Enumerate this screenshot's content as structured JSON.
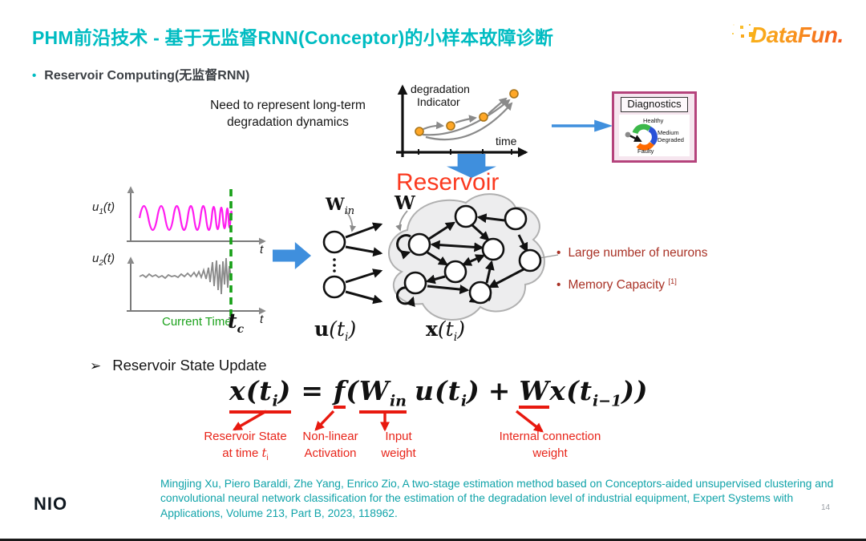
{
  "slide": {
    "title": "PHM前沿技术 - 基于无监督RNN(Conceptor)的小样本故障诊断",
    "page_number": "14"
  },
  "logos": {
    "datafun": "DataFun.",
    "nio": "NIO"
  },
  "section_bullet": {
    "marker": "•",
    "text": "Reservoir Computing(无监督RNN)"
  },
  "need_text": {
    "line1": "Need to represent long-term",
    "line2": "degradation dynamics"
  },
  "deg_chart": {
    "ylabel1": "degradation",
    "ylabel2": "Indicator",
    "xlabel": "time"
  },
  "diagnostics": {
    "title": "Diagnostics",
    "healthy": "Healthy",
    "medium": "Medium",
    "degraded": "Degraded",
    "faulty": "Faulty"
  },
  "reservoir_label": "Reservoir",
  "signals": {
    "u1_base": "u",
    "u1_sub": "1",
    "u1_paren": "(t)",
    "u2_base": "u",
    "u2_sub": "2",
    "u2_paren": "(t)",
    "t": "t",
    "current_time": "Current Time",
    "tc_base": "t",
    "tc_sub": "c"
  },
  "network": {
    "w_in_base": "W",
    "w_in_sub": "in",
    "w": "W",
    "u_base": "u",
    "u_paren": "(t",
    "u_sub": "i",
    "u_close": ")",
    "x_base": "x",
    "x_paren": "(t",
    "x_sub": "i",
    "x_close": ")",
    "notes": [
      {
        "marker": "•",
        "text": "Large number of neurons",
        "sup": ""
      },
      {
        "marker": "•",
        "text": "Memory Capacity ",
        "sup": "[1]"
      }
    ]
  },
  "state_update": {
    "marker": "➢",
    "heading": "Reservoir State Update",
    "formula": {
      "x": "x",
      "t1": "(t",
      "i1": "i",
      "c1": ")",
      "eq": "=",
      "f": "f",
      "op": "(",
      "W_in": "W",
      "in_sub": "in",
      "u": "u",
      "t2": "(t",
      "i2": "i",
      "c2": ")",
      "plus": "+",
      "W2": "W",
      "x2": "x",
      "t3": "(t",
      "i3": "i−1",
      "c3": "))"
    },
    "annotations": [
      {
        "line1": "Reservoir State",
        "line2_pre": "at time ",
        "line2_var": "t",
        "line2_sub": "i"
      },
      {
        "line1": "Non-linear",
        "line2": "Activation"
      },
      {
        "line1": "Input",
        "line2": "weight"
      },
      {
        "line1": "Internal connection",
        "line2": "weight"
      }
    ]
  },
  "citation": "Mingjing Xu, Piero Baraldi, Zhe Yang, Enrico Zio, A two-stage estimation method based on Conceptors-aided unsupervised clustering and convolutional neural network classification for the estimation of the degradation level of industrial equipment, Expert Systems with Applications, Volume 213, Part B, 2023, 118962.",
  "colors": {
    "title_teal": "#00bcc2",
    "citation_teal": "#10a3a9",
    "reservoir_red": "#fb3a20",
    "note_dark_red": "#a93226",
    "annotation_red": "#e8251a",
    "current_time_green": "#1ca21c",
    "signal_magenta": "#ff1cf0",
    "arrow_blue": "#3f8fdd"
  }
}
